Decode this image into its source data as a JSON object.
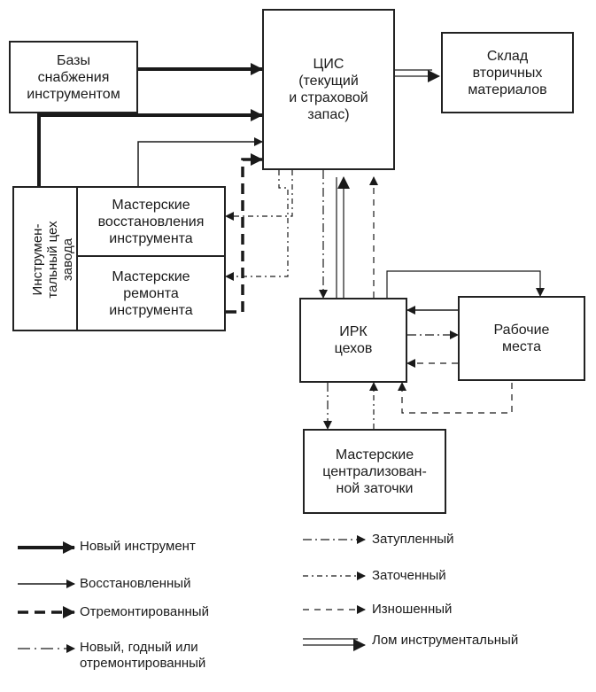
{
  "diagram": {
    "nodes": {
      "cis": "ЦИС\n(текущий\nи страховой\nзапас)",
      "warehouse": "Склад\nвторичных\nматериалов",
      "supply": "Базы\nснабжения\nинструментом",
      "tool_shop": "Инструмен-\nтальный цех\nзавода",
      "restore_shops": "Мастерские\nвосстановления\nинструмента",
      "repair_shops": "Мастерские\nремонта\nинструмента",
      "irk": "ИРК\nцехов",
      "workplaces": "Рабочие\nместа",
      "sharpening": "Мастерские\nцентрализован-\nной заточки"
    },
    "legend": {
      "new_tool": "Новый инструмент",
      "restored": "Восстановленный",
      "repaired": "Отремонтированный",
      "new_good": "Новый, годный или\nотремонтированный",
      "blunt": "Затупленный",
      "sharpened": "Заточенный",
      "worn": "Изношенный",
      "scrap": "Лом инструментальный"
    },
    "colors": {
      "ink": "#1a1a1a",
      "background": "#ffffff"
    }
  }
}
